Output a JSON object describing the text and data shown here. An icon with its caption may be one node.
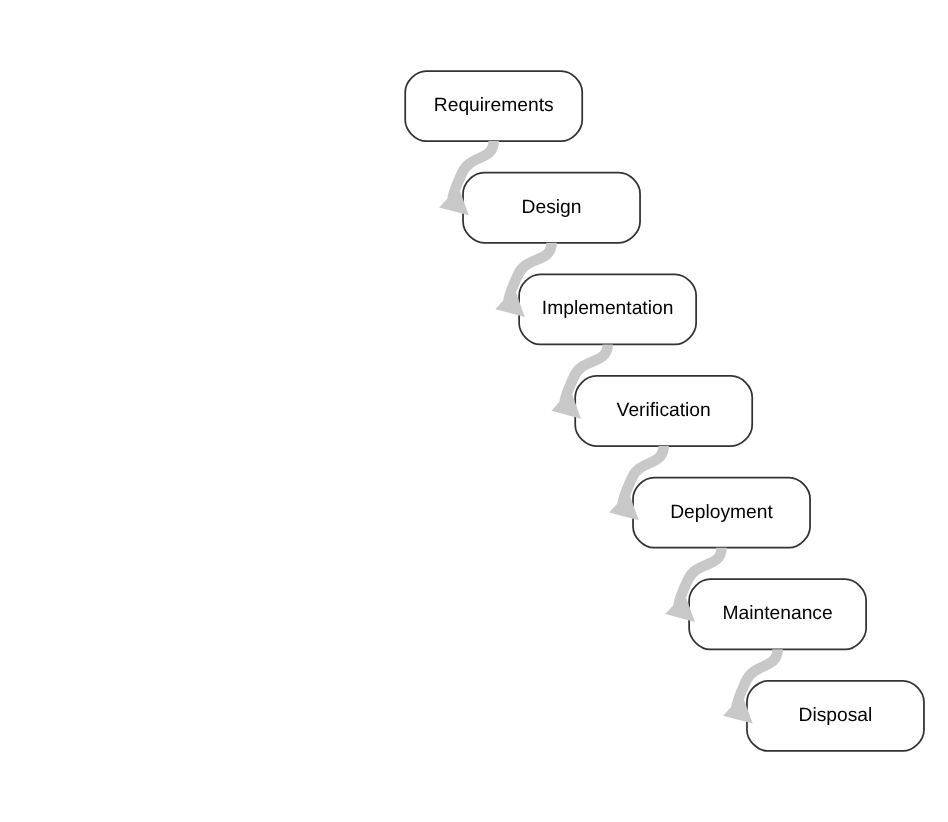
{
  "diagram": {
    "nodes": [
      {
        "text": [
          "Requirements"
        ]
      },
      {
        "text": [
          "Design"
        ]
      },
      {
        "text": [
          "Implementation"
        ]
      },
      {
        "text": [
          "Verification"
        ]
      },
      {
        "text": [
          "Deployment"
        ]
      },
      {
        "text": [
          "Maintenance"
        ]
      },
      {
        "text": [
          "Disposal"
        ]
      }
    ],
    "edges": [
      {
        "from": 0,
        "to": 1,
        "arrow": "to"
      },
      {
        "from": 1,
        "to": 2,
        "arrow": "to"
      },
      {
        "from": 2,
        "to": 3,
        "arrow": "to"
      },
      {
        "from": 3,
        "to": 4,
        "arrow": "to"
      },
      {
        "from": 4,
        "to": 5,
        "arrow": "to"
      },
      {
        "from": 5,
        "to": 6,
        "arrow": "to"
      }
    ]
  }
}
